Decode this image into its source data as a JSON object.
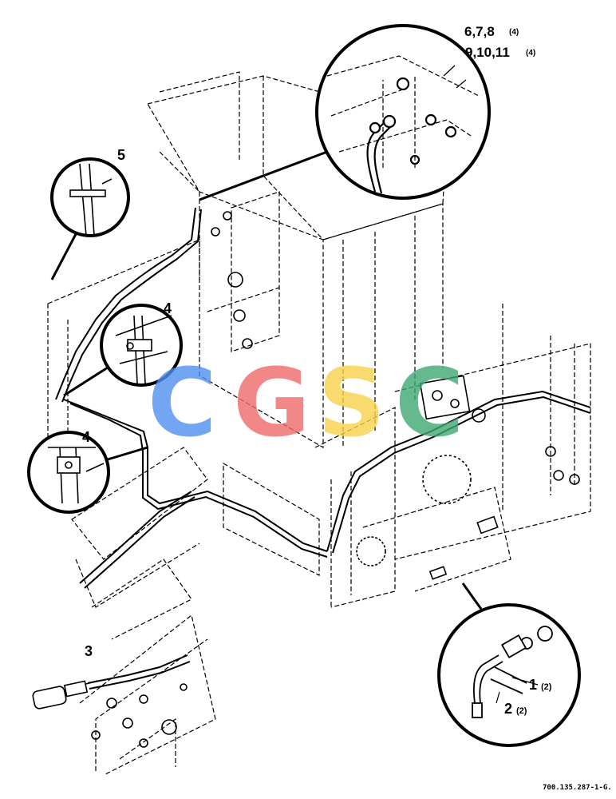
{
  "callouts": {
    "c678": {
      "number": "6,7,8",
      "qty": "(4)"
    },
    "c91011": {
      "number": "9,10,11",
      "qty": "(4)"
    },
    "c5": {
      "number": "5"
    },
    "c4a": {
      "number": "4"
    },
    "c4b": {
      "number": "4"
    },
    "c3": {
      "number": "3"
    },
    "c1": {
      "number": "1",
      "qty": "(2)"
    },
    "c2": {
      "number": "2",
      "qty": "(2)"
    }
  },
  "watermark": {
    "letters": [
      "C",
      "G",
      "S",
      "C"
    ],
    "colors": [
      "#4f8ff0",
      "#f06a6a",
      "#f7d24a",
      "#3fa874"
    ]
  },
  "reference": "700.135.287-1-G."
}
